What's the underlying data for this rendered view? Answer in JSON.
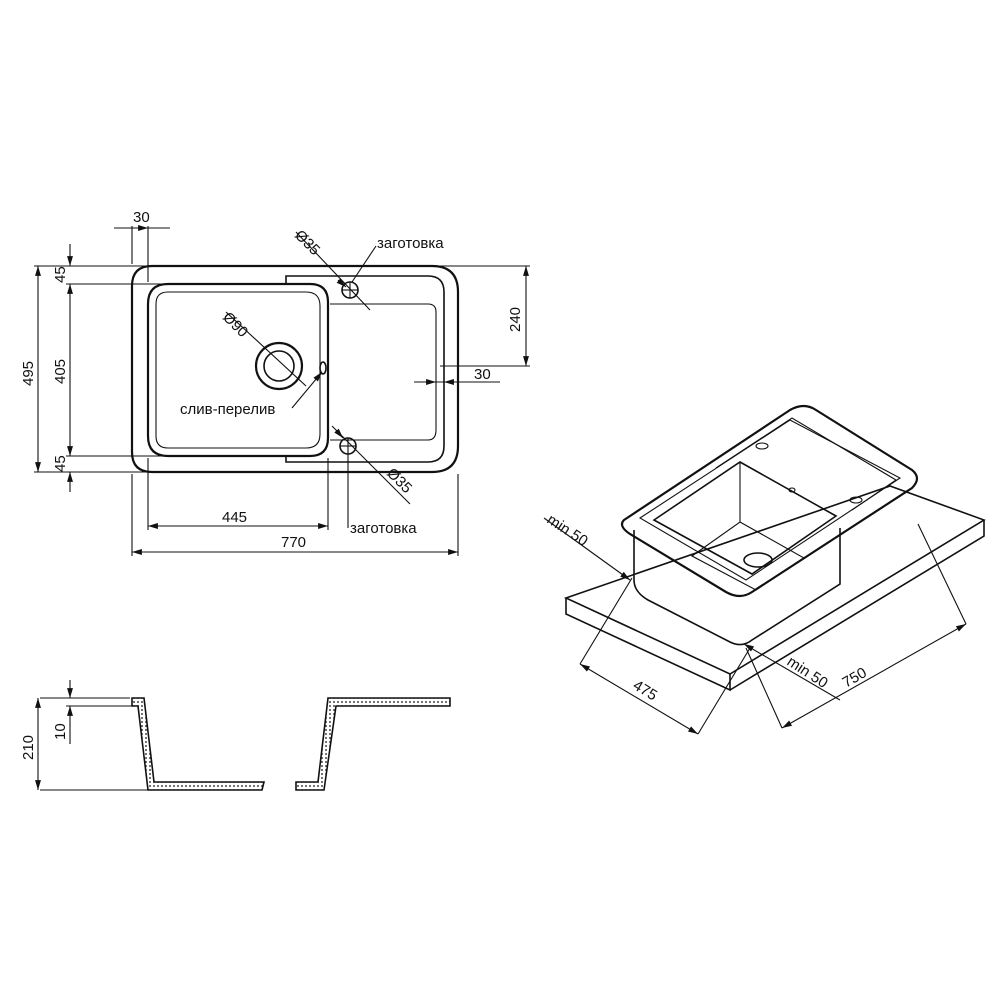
{
  "plan": {
    "width_overall": "770",
    "width_bowl": "445",
    "offset_left": "30",
    "height_overall": "495",
    "height_bowl": "405",
    "margin_top": "45",
    "margin_bottom": "45",
    "drainer_height": "240",
    "drainer_offset": "30",
    "hole_top_diameter": "Ø35",
    "hole_bottom_diameter": "Ø35",
    "drain_diameter": "Ø90",
    "label_blank_top": "заготовка",
    "label_blank_bottom": "заготовка",
    "label_overflow": "слив-перелив"
  },
  "section": {
    "depth": "210",
    "rim": "10"
  },
  "iso": {
    "min_left": "min 50",
    "min_right": "min 50",
    "depth_dim": "475",
    "length_dim": "750"
  }
}
